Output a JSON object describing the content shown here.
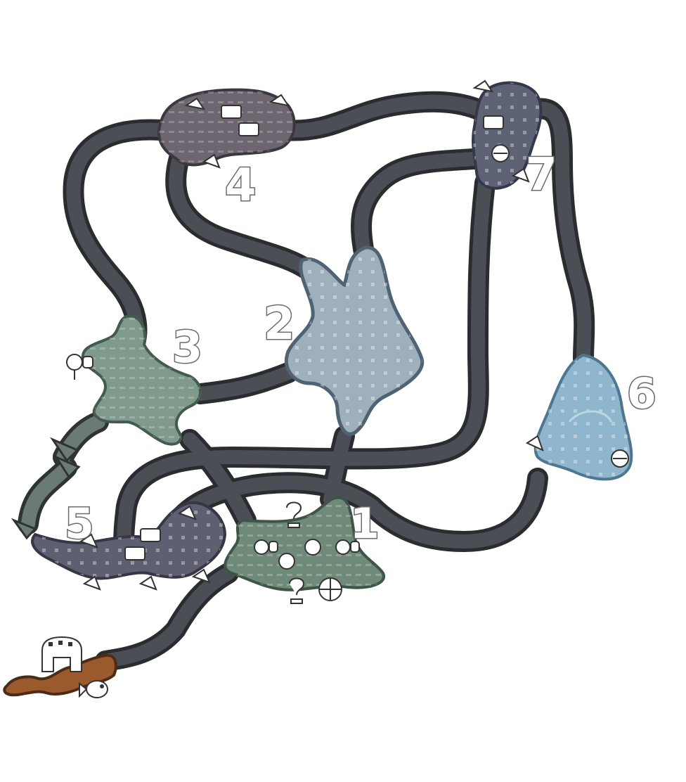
{
  "map": {
    "areas": [
      {
        "id": "area-1",
        "label": "1"
      },
      {
        "id": "area-2",
        "label": "2"
      },
      {
        "id": "area-3",
        "label": "3"
      },
      {
        "id": "area-4",
        "label": "4"
      },
      {
        "id": "area-5",
        "label": "5"
      },
      {
        "id": "area-6",
        "label": "6"
      },
      {
        "id": "area-7",
        "label": "7"
      }
    ],
    "icons": [
      "camp-tent-icon",
      "mining-outcrop-icon",
      "bonepile-icon",
      "herb-icon",
      "mushroom-icon",
      "bug-icon",
      "fish-icon",
      "unknown-icon"
    ],
    "colors": {
      "path": "#4b4f55",
      "path_edge": "#2a2c30",
      "area1": "#6f8a78",
      "area2": "#9fb0bd",
      "area3": "#7f9a8c",
      "area4": "#6d6670",
      "area5": "#5f5f72",
      "area6": "#8fb6cc",
      "area7": "#5e6275",
      "camp": "#9a5a2e"
    }
  }
}
